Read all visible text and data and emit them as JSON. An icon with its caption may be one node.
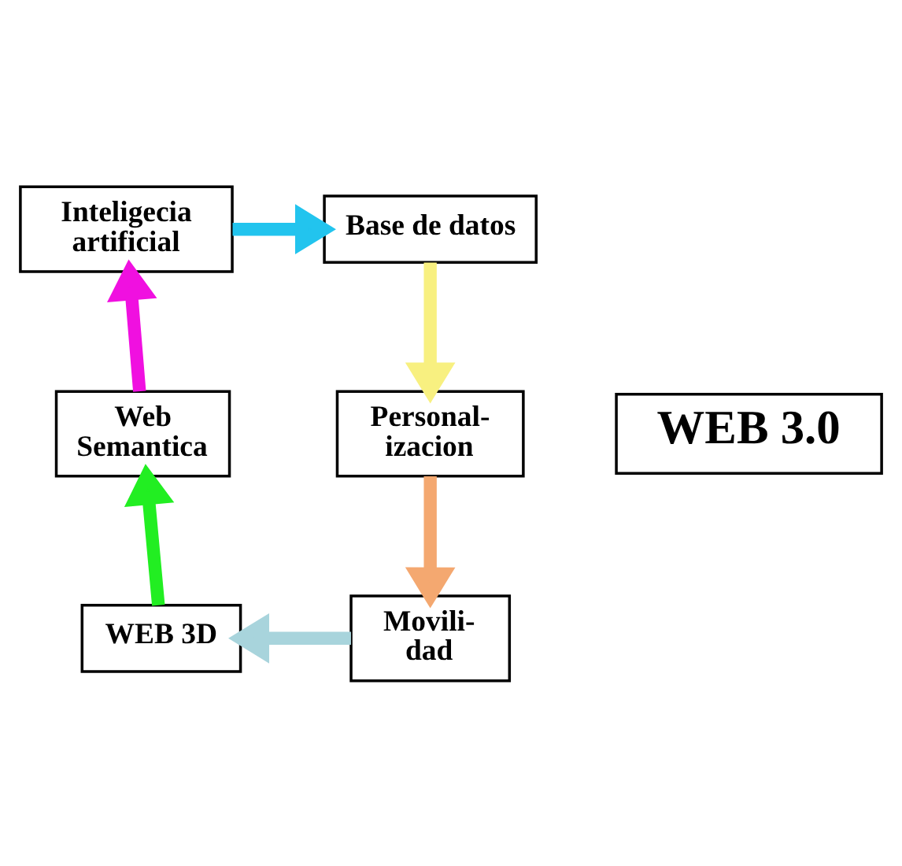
{
  "diagram": {
    "nodes": [
      {
        "text": [
          "Inteligecia artificial"
        ]
      },
      {
        "text": [
          "Base de datos"
        ]
      },
      {
        "text": [
          "Personal- izacion"
        ]
      },
      {
        "text": [
          "Movili- dad"
        ]
      },
      {
        "text": [
          "WEB 3D"
        ]
      },
      {
        "text": [
          "Web Semantica"
        ]
      },
      {
        "text": [
          "WEB 3.0"
        ]
      }
    ],
    "edges": [
      {
        "from": 0,
        "to": 1,
        "arrow": "to",
        "color": "#22c4ee"
      },
      {
        "from": 1,
        "to": 2,
        "arrow": "to",
        "color": "#f8f080"
      },
      {
        "from": 2,
        "to": 3,
        "arrow": "to",
        "color": "#f4a870"
      },
      {
        "from": 3,
        "to": 4,
        "arrow": "to",
        "color": "#a8d4dc"
      },
      {
        "from": 4,
        "to": 5,
        "arrow": "to",
        "color": "#22ee22"
      },
      {
        "from": 5,
        "to": 0,
        "arrow": "to",
        "color": "#f010e0"
      }
    ]
  }
}
